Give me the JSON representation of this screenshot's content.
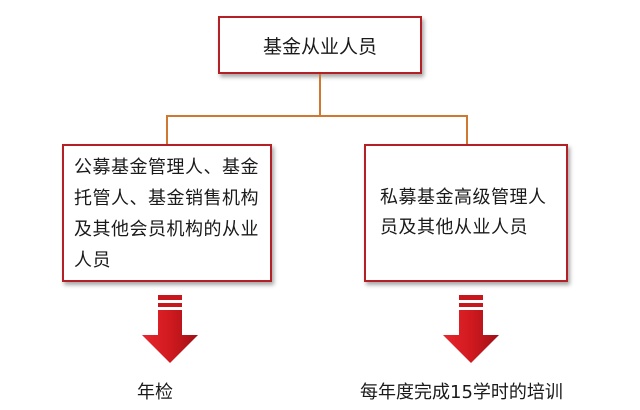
{
  "diagram": {
    "root": "基金从业人员",
    "branches": [
      {
        "label": "公募基金管理人、基金托管人、基金销售机构及其他会员机构的从业人员",
        "outcome": "年检"
      },
      {
        "label": "私募基金高级管理人员及其他从业人员",
        "outcome": "每年度完成15学时的培训"
      }
    ]
  },
  "colors": {
    "box_border": "#b32025",
    "connector": "#d07830",
    "arrow": "#c8161d"
  }
}
